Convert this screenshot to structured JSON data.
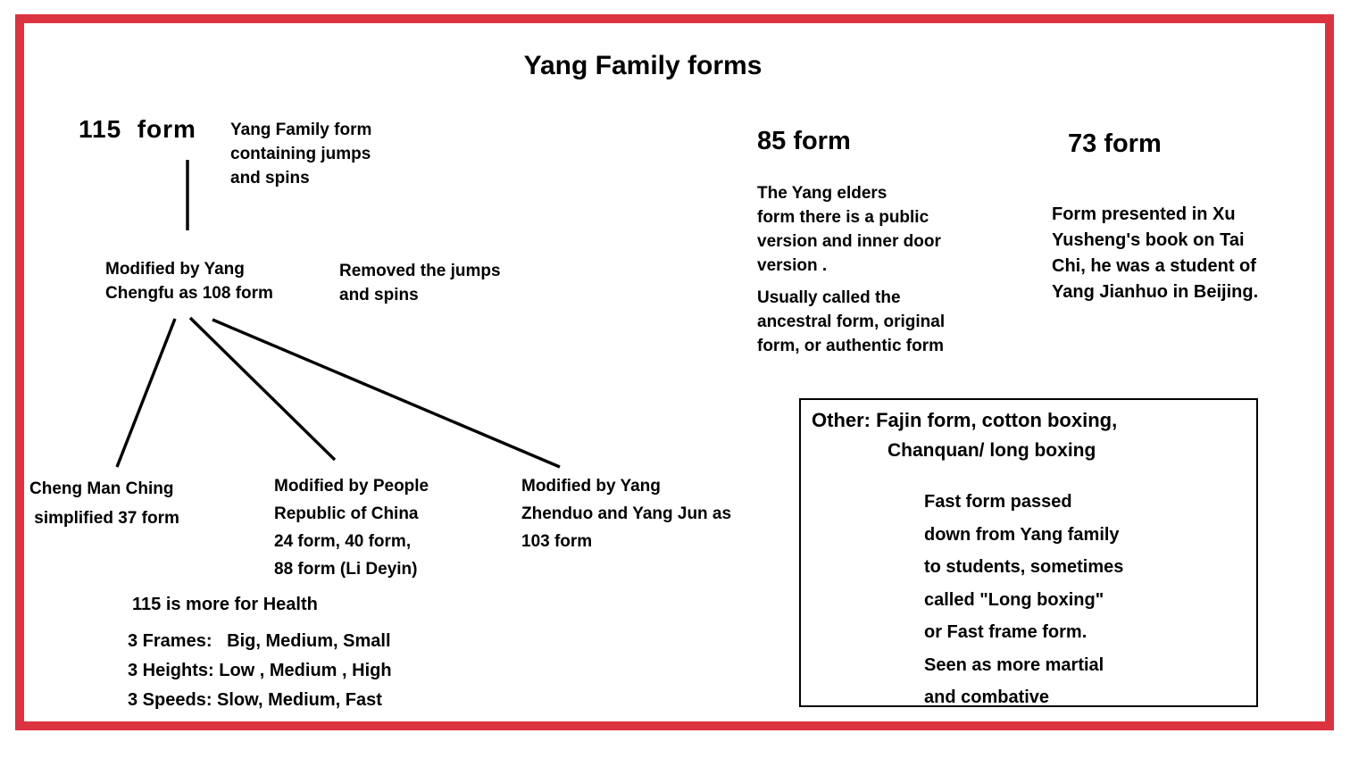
{
  "title": "Yang Family forms",
  "accent_color": "#db3340",
  "tree": {
    "root": {
      "label": "115  form",
      "note": "Yang Family form\ncontaining jumps\nand spins"
    },
    "node_108": {
      "label": "Modified by Yang\nChengfu as 108 form",
      "note": "Removed the jumps\nand spins"
    },
    "children": [
      {
        "label": "Cheng Man Ching\n simplified 37 form"
      },
      {
        "label": "Modified by People\nRepublic of China\n24 form, 40 form,\n88 form (Li Deyin)"
      },
      {
        "label": "Modified by Yang\nZhenduo and Yang Jun as\n103 form"
      }
    ],
    "health_note": "115 is more for Health",
    "attributes": "3 Frames:   Big, Medium, Small\n3 Heights: Low , Medium , High\n3 Speeds: Slow, Medium, Fast"
  },
  "form_85": {
    "heading": "85 form",
    "para1": "The Yang elders\nform there is a public\nversion and inner door\nversion .",
    "para2": "Usually called the\nancestral form, original\nform, or authentic form"
  },
  "form_73": {
    "heading": "73 form",
    "para": "Form presented in Xu\nYusheng's book on Tai\nChi, he was a student of\nYang Jianhuo in Beijing."
  },
  "other_box": {
    "heading": "Other: Fajin form, cotton boxing,",
    "subheading": "Chanquan/ long boxing",
    "body": "Fast form passed\ndown from Yang family\nto students, sometimes\ncalled \"Long boxing\"\nor Fast frame form.\nSeen as more martial\nand combative"
  }
}
